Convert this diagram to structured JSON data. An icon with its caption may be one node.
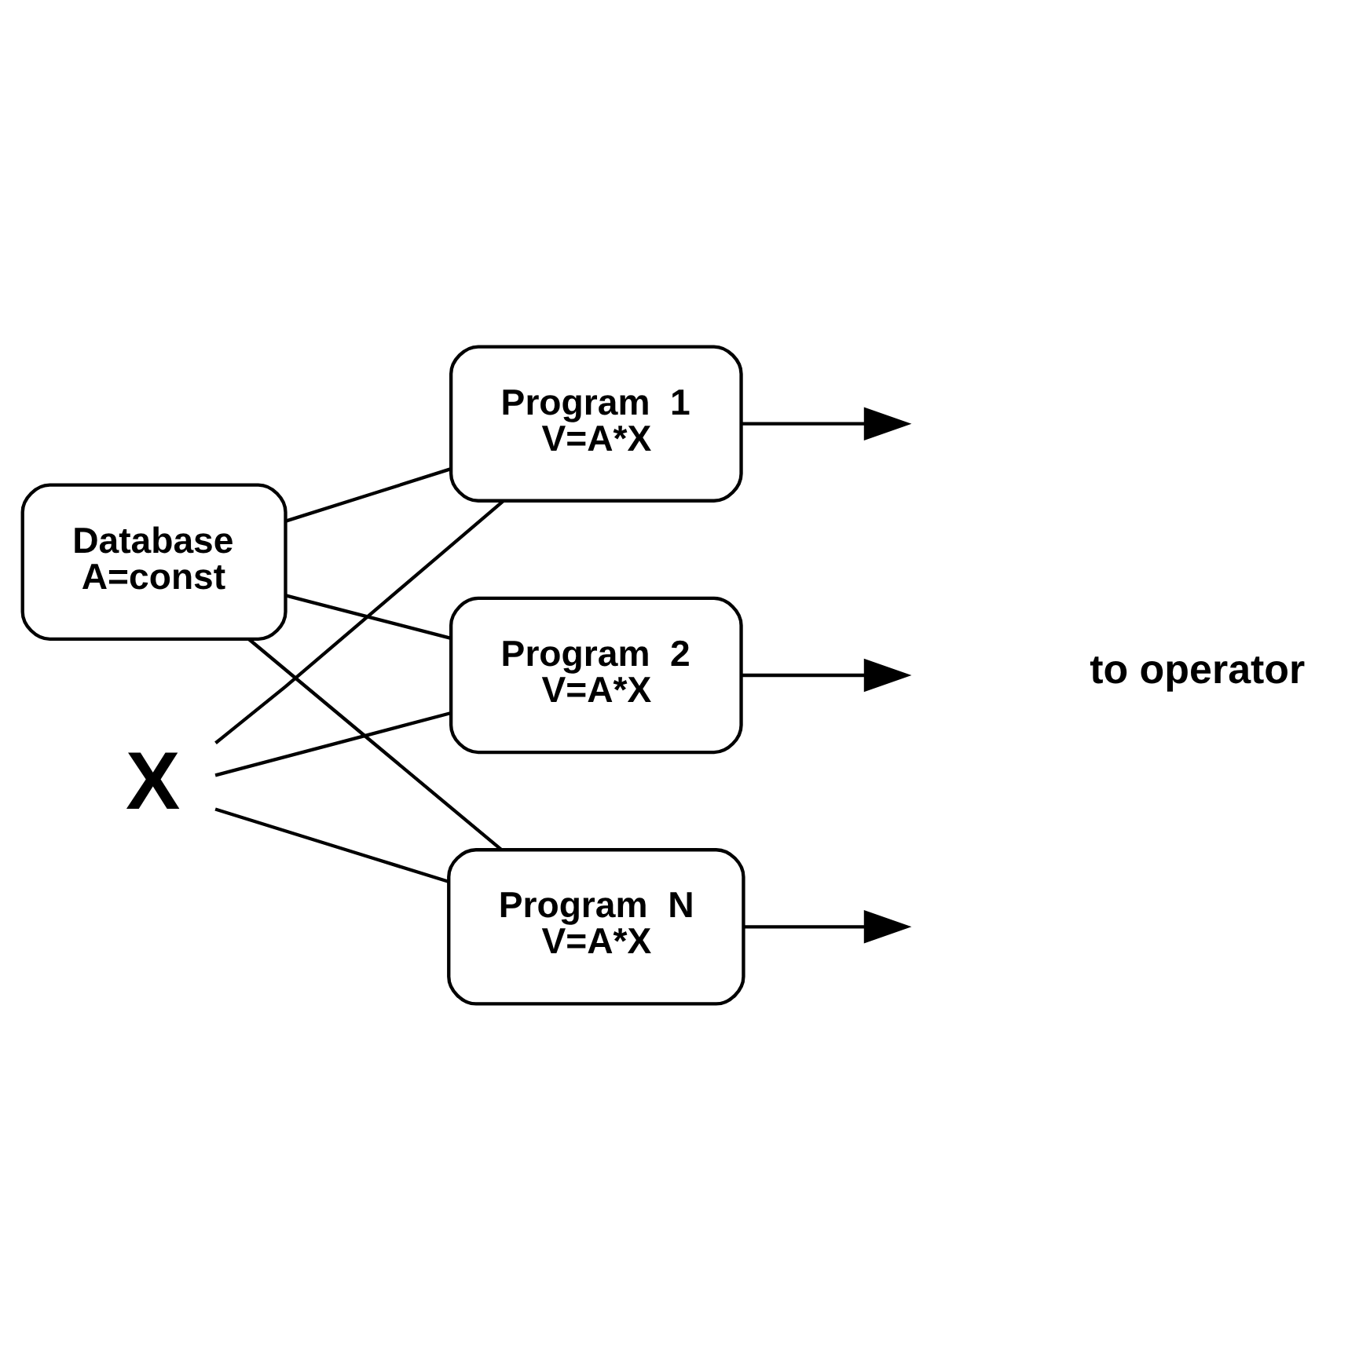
{
  "diagram": {
    "nodes": [
      {
        "text": [
          "Database",
          "A=const"
        ]
      },
      {
        "text": [
          "Program  1",
          "V=A*X"
        ]
      },
      {
        "text": [
          "Program  2",
          "V=A*X"
        ]
      },
      {
        "text": [
          "Program  N",
          "V=A*X"
        ]
      },
      {
        "text": [
          "X"
        ]
      }
    ],
    "edges": [
      {
        "from": 0,
        "to": 1,
        "arrow": "none"
      },
      {
        "from": 0,
        "to": 2,
        "arrow": "none"
      },
      {
        "from": 0,
        "to": 3,
        "arrow": "none"
      },
      {
        "from": 4,
        "to": 1,
        "arrow": "none"
      },
      {
        "from": 4,
        "to": 2,
        "arrow": "none"
      },
      {
        "from": 4,
        "to": 3,
        "arrow": "none"
      },
      {
        "from": 1,
        "to": null,
        "arrow": "to"
      },
      {
        "from": 2,
        "to": null,
        "arrow": "to"
      },
      {
        "from": 3,
        "to": null,
        "arrow": "to"
      }
    ],
    "labels": [
      "to operator"
    ]
  }
}
